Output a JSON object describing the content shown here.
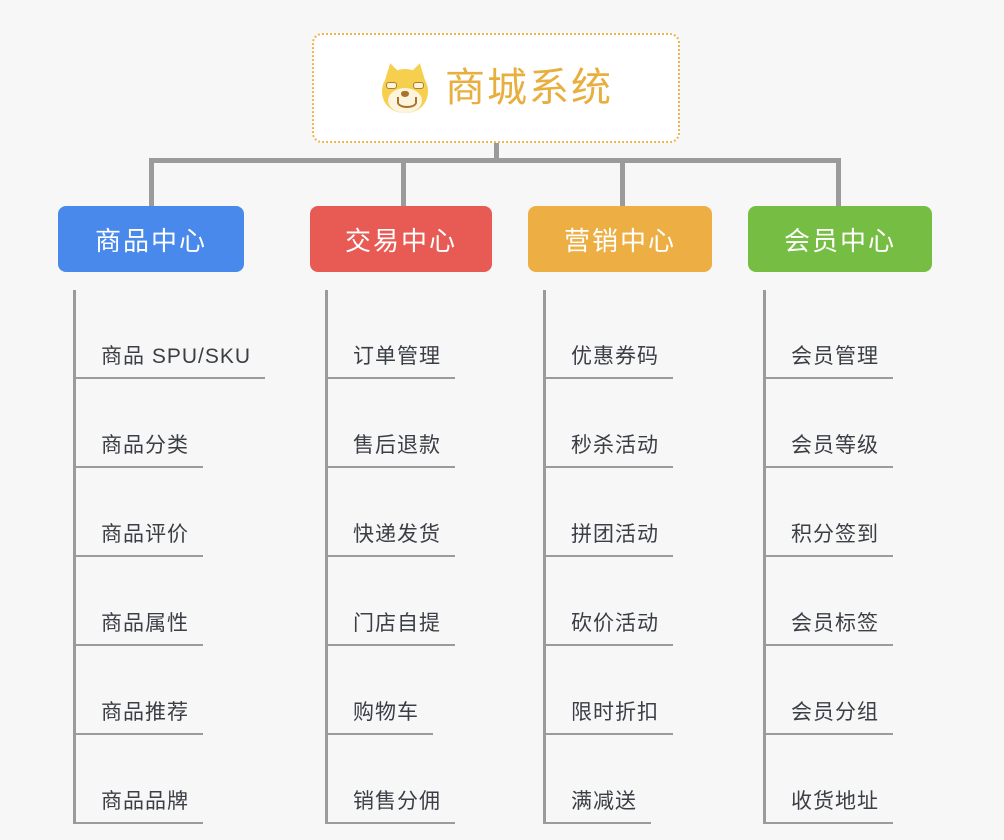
{
  "diagram": {
    "type": "mind-map",
    "background_color": "#f7f7f7",
    "root": {
      "title": "商城系统",
      "icon": "shiba-dog-face-icon",
      "text_color": "#e8ae3e",
      "border_color": "#eeb44f"
    },
    "connector_color": "#9b9b9b",
    "branches": [
      {
        "label": "商品中心",
        "color": "#4a89ec",
        "items": [
          "商品 SPU/SKU",
          "商品分类",
          "商品评价",
          "商品属性",
          "商品推荐",
          "商品品牌"
        ]
      },
      {
        "label": "交易中心",
        "color": "#e85a54",
        "items": [
          "订单管理",
          "售后退款",
          "快递发货",
          "门店自提",
          "购物车",
          "销售分佣"
        ]
      },
      {
        "label": "营销中心",
        "color": "#edaf43",
        "items": [
          "优惠券码",
          "秒杀活动",
          "拼团活动",
          "砍价活动",
          "限时折扣",
          "满减送"
        ]
      },
      {
        "label": "会员中心",
        "color": "#76be43",
        "items": [
          "会员管理",
          "会员等级",
          "积分签到",
          "会员标签",
          "会员分组",
          "收货地址"
        ]
      }
    ]
  }
}
